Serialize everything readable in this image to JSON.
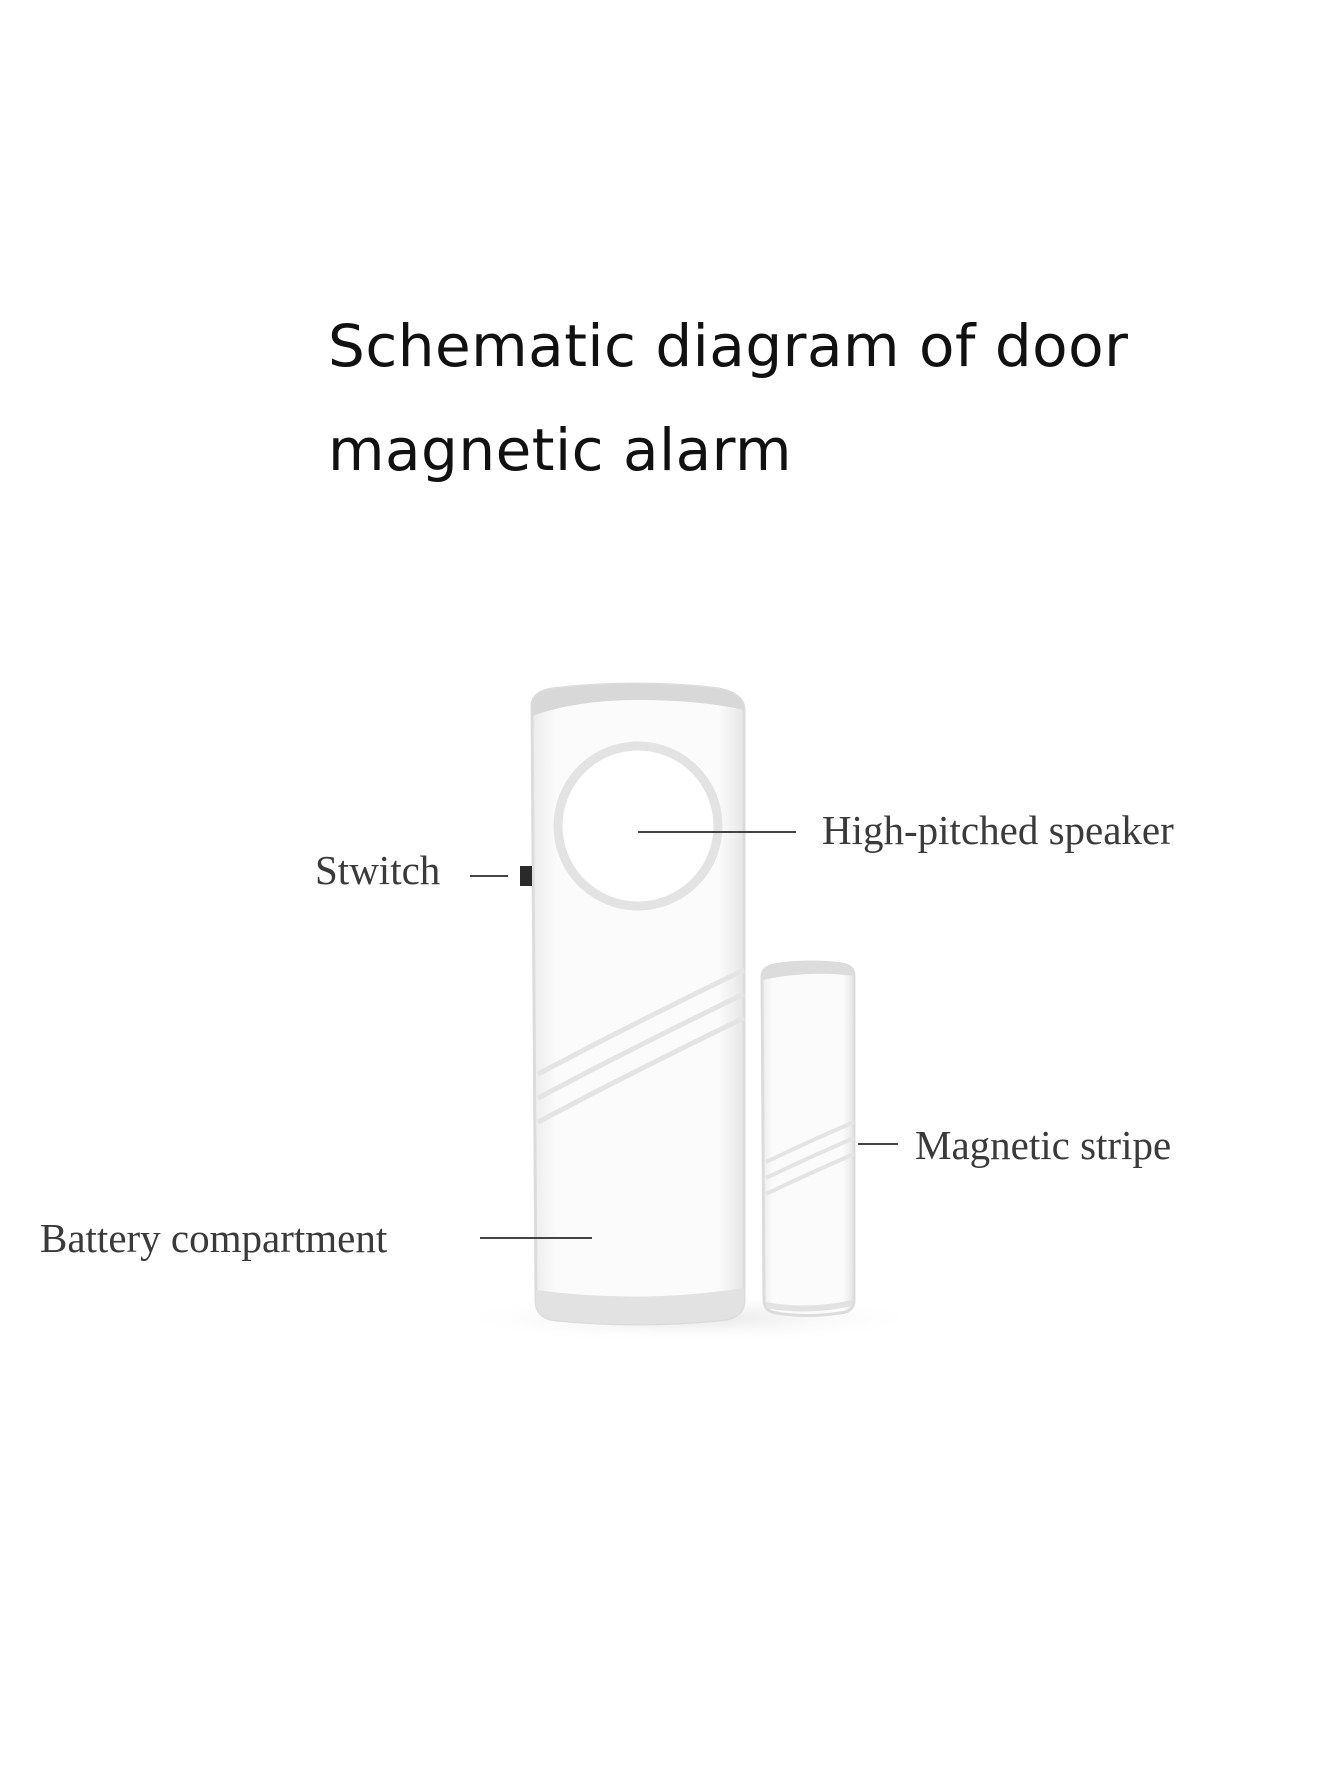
{
  "title": {
    "line1": "Schematic diagram of door",
    "line2": "magnetic alarm"
  },
  "labels": {
    "speaker": "High-pitched speaker",
    "switch": "Stwitch",
    "stripe": "Magnetic stripe",
    "battery": "Battery compartment"
  },
  "colors": {
    "device_body": "#ffffff",
    "device_edge": "#d9d9d9",
    "device_shade": "#ededed",
    "leader_line": "#444444"
  }
}
